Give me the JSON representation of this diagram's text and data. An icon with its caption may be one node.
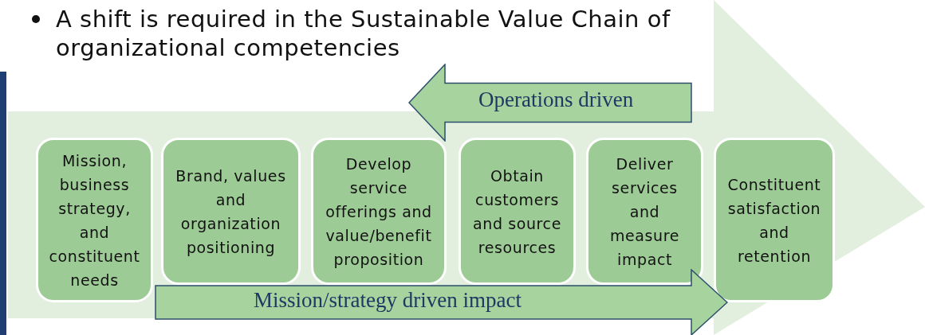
{
  "diagram": {
    "title": "A shift is required in the Sustainable Value Chain of organizational competencies",
    "nodes": [
      {
        "text": [
          "Mission, business strategy, and constituent needs"
        ]
      },
      {
        "text": [
          "Brand, values and organization positioning"
        ]
      },
      {
        "text": [
          "Develop service offerings and value/benefit proposition"
        ]
      },
      {
        "text": [
          "Obtain customers and source resources"
        ]
      },
      {
        "text": [
          "Deliver services and measure impact"
        ]
      },
      {
        "text": [
          "Constituent satisfaction and retention"
        ]
      },
      {
        "text": [
          "Operations driven"
        ]
      },
      {
        "text": [
          "Mission/strategy driven impact"
        ]
      }
    ],
    "edges": []
  }
}
